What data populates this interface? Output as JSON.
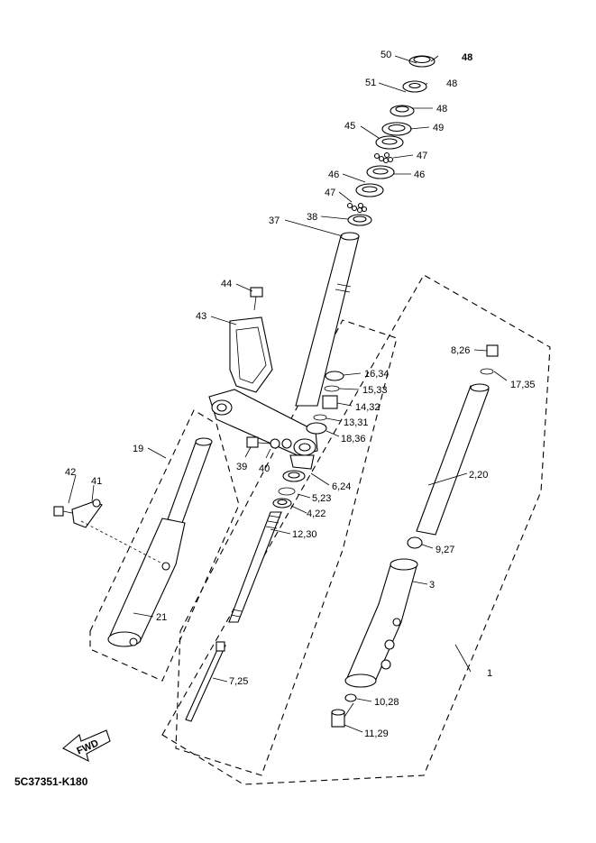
{
  "diagram": {
    "code": "5C37351-K180",
    "fwd_label": "FWD",
    "labels": [
      {
        "id": "l50",
        "text": "50"
      },
      {
        "id": "l48a",
        "text": "48"
      },
      {
        "id": "l48b",
        "text": "48"
      },
      {
        "id": "l51",
        "text": "51"
      },
      {
        "id": "l48c",
        "text": "48"
      },
      {
        "id": "l45",
        "text": "45"
      },
      {
        "id": "l49",
        "text": "49"
      },
      {
        "id": "l47a",
        "text": "47"
      },
      {
        "id": "l46a",
        "text": "46"
      },
      {
        "id": "l46b",
        "text": "46"
      },
      {
        "id": "l47b",
        "text": "47"
      },
      {
        "id": "l38",
        "text": "38"
      },
      {
        "id": "l37",
        "text": "37"
      },
      {
        "id": "l44",
        "text": "44"
      },
      {
        "id": "l43",
        "text": "43"
      },
      {
        "id": "l8_26",
        "text": "8,26"
      },
      {
        "id": "l16_34",
        "text": "16,34"
      },
      {
        "id": "l17_35",
        "text": "17,35"
      },
      {
        "id": "l15_33",
        "text": "15,33"
      },
      {
        "id": "l14_32",
        "text": "14,32"
      },
      {
        "id": "l13_31",
        "text": "13,31"
      },
      {
        "id": "l18_36",
        "text": "18,36"
      },
      {
        "id": "l19",
        "text": "19"
      },
      {
        "id": "l39",
        "text": "39"
      },
      {
        "id": "l40",
        "text": "40"
      },
      {
        "id": "l2_20",
        "text": "2,20"
      },
      {
        "id": "l6_24",
        "text": "6,24"
      },
      {
        "id": "l5_23",
        "text": "5,23"
      },
      {
        "id": "l42",
        "text": "42"
      },
      {
        "id": "l41",
        "text": "41"
      },
      {
        "id": "l4_22",
        "text": "4,22"
      },
      {
        "id": "l12_30",
        "text": "12,30"
      },
      {
        "id": "l9_27",
        "text": "9,27"
      },
      {
        "id": "l3",
        "text": "3"
      },
      {
        "id": "l21",
        "text": "21"
      },
      {
        "id": "l1",
        "text": "1"
      },
      {
        "id": "l7_25",
        "text": "7,25"
      },
      {
        "id": "l10_28",
        "text": "10,28"
      },
      {
        "id": "l11_29",
        "text": "11,29"
      }
    ]
  }
}
